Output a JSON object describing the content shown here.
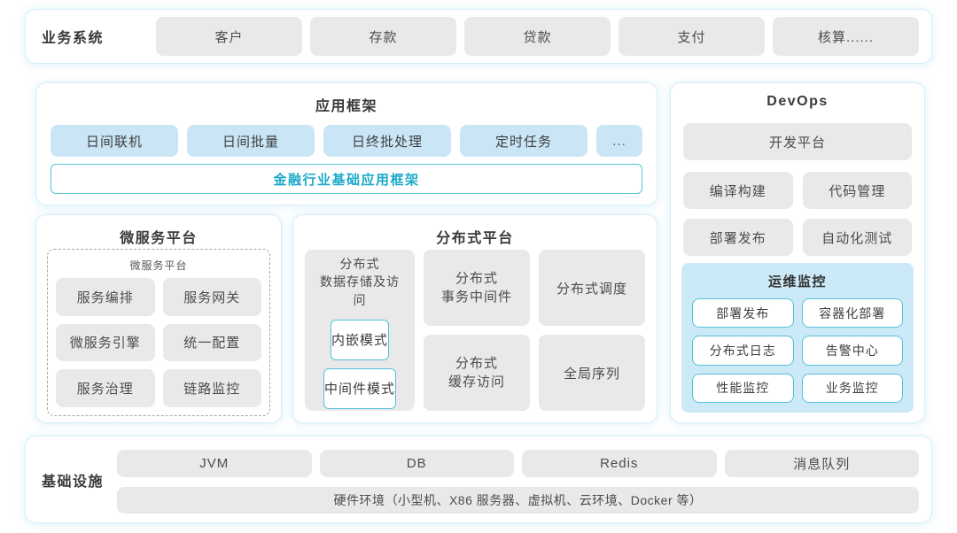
{
  "colors": {
    "panelBorder": "#d5eef7",
    "grayFill": "#e9e9e9",
    "blueFill": "#c9e5f6",
    "monitorFill": "#cbe9f7",
    "tealBorder": "#56c2d9",
    "tealText": "#1ca9c9",
    "titleText": "#3a3a3a",
    "boxText": "#4c4c4c"
  },
  "business_band": {
    "label": "业务系统",
    "items": [
      "客户",
      "存款",
      "贷款",
      "支付",
      "核算......"
    ]
  },
  "app_framework": {
    "title": "应用框架",
    "items": [
      "日间联机",
      "日间批量",
      "日终批处理",
      "定时任务",
      "..."
    ],
    "base": "金融行业基础应用框架"
  },
  "microservice": {
    "title": "微服务平台",
    "inner_title": "微服务平台",
    "items": [
      "服务编排",
      "服务网关",
      "微服务引擎",
      "统一配置",
      "服务治理",
      "链路监控"
    ]
  },
  "distributed": {
    "title": "分布式平台",
    "storage": {
      "label_line1": "分布式",
      "label_line2": "数据存储及访问",
      "modes": [
        "内嵌模式",
        "中间件模式"
      ]
    },
    "cells": {
      "transaction_line1": "分布式",
      "transaction_line2": "事务中间件",
      "schedule": "分布式调度",
      "cache_line1": "分布式",
      "cache_line2": "缓存访问",
      "sequence": "全局序列"
    }
  },
  "devops": {
    "title": "DevOps",
    "platform": "开发平台",
    "items": [
      "编译构建",
      "代码管理",
      "部署发布",
      "自动化测试"
    ],
    "monitor": {
      "title": "运维监控",
      "items": [
        "部署发布",
        "容器化部署",
        "分布式日志",
        "告警中心",
        "性能监控",
        "业务监控"
      ]
    }
  },
  "infrastructure": {
    "label": "基础设施",
    "items": [
      "JVM",
      "DB",
      "Redis",
      "消息队列"
    ],
    "hardware": "硬件环境（小型机、X86 服务器、虚拟机、云环境、Docker 等）"
  }
}
